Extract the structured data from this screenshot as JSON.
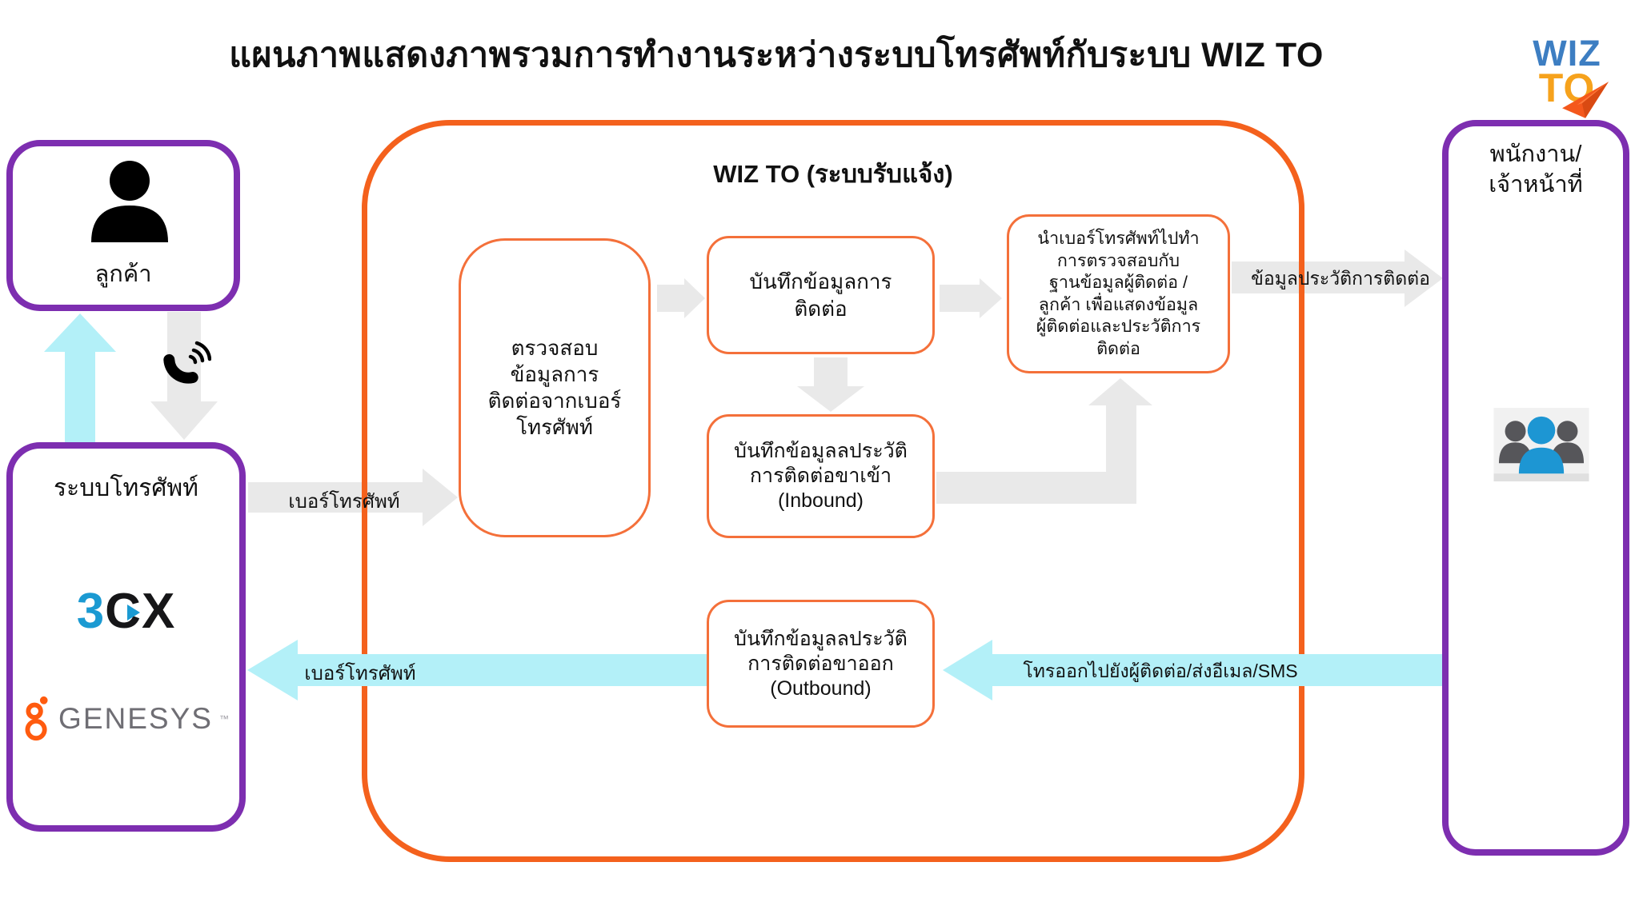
{
  "title": "แผนภาพแสดงภาพรวมการทำงานระหว่างระบบโทรศัพท์กับระบบ WIZ TO",
  "logo": {
    "wiz": "WIZ",
    "to": "TO"
  },
  "customer_box": {
    "label": "ลูกค้า"
  },
  "phone_box": {
    "title": "ระบบโทรศัพท์",
    "vendor_3cx": "3CX",
    "vendor_3cx_prefix": "3",
    "vendor_3cx_c": "C",
    "vendor_3cx_x": "X",
    "vendor_genesys": "GENESYS",
    "vendor_genesys_tm": "™"
  },
  "wizto": {
    "header": "WIZ TO (ระบบรับแจ้ง)",
    "step_check": "ตรวจสอบ\nข้อมูลการ\nติดต่อจากเบอร์\nโทรศัพท์",
    "step_record": "บันทึกข้อมูลการ\nติดต่อ",
    "step_lookup": "นำเบอร์โทรศัพท์ไปทำ\nการตรวจสอบกับ\nฐานข้อมูลผู้ติดต่อ /\nลูกค้า เพื่อแสดงข้อมูล\nผู้ติดต่อและประวัติการ\nติดต่อ",
    "step_inbound": "บันทึกข้อมูลลประวัติ\nการติดต่อขาเข้า\n(Inbound)",
    "step_outbound": "บันทึกข้อมูลลประวัติ\nการติดต่อขาออก\n(Outbound)"
  },
  "staff_box": {
    "label": "พนักงาน/\nเจ้าหน้าที่"
  },
  "arrows": {
    "phone_to_wizto": "เบอร์โทรศัพท์",
    "history_to_staff": "ข้อมูลประวัติการติดต่อ",
    "staff_outbound": "โทรออกไปยังผู้ติดต่อ/ส่งอีเมล/SMS",
    "outbound_to_phone": "เบอร์โทรศัพท์"
  },
  "colors": {
    "purple_border": "#7D2EB0",
    "orange_border": "#F4611D",
    "inner_orange_border": "#F4703A",
    "gray_arrow": "#E9E9E9",
    "cyan_arrow": "#B3F0F8",
    "blue_3cx": "#1B9AD2",
    "genesys_orange": "#FF5B0F",
    "genesys_gray": "#6F6E74",
    "logo_blue": "#3D7EC2",
    "logo_orange": "#F6A21C"
  }
}
